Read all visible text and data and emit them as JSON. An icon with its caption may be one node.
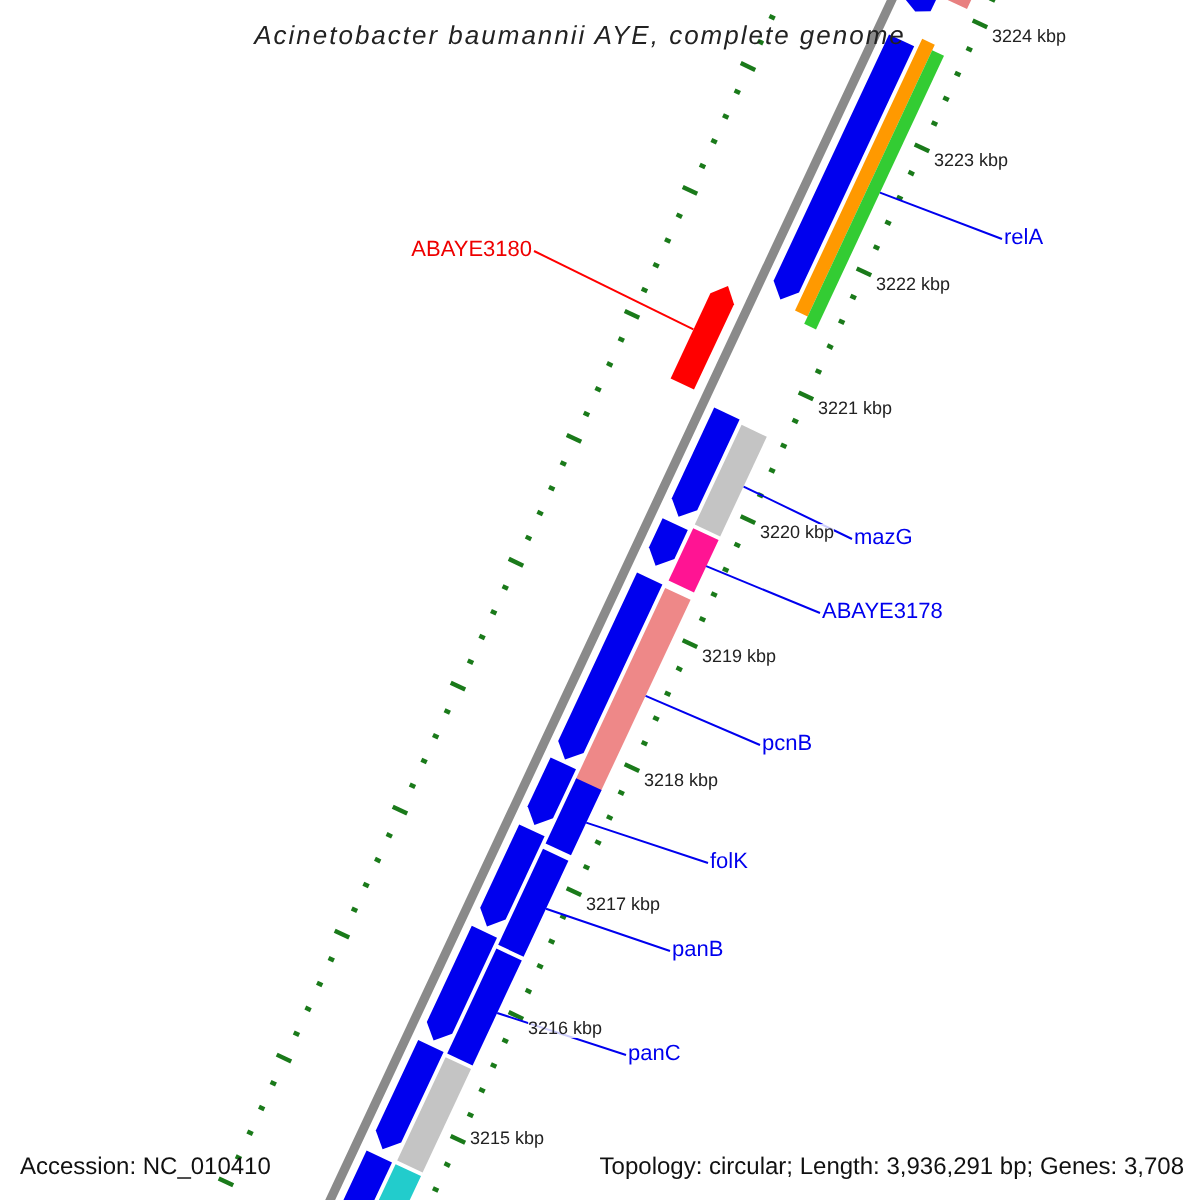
{
  "diagram": {
    "title": "Acinetobacter baumannii AYE, complete genome",
    "nodes": [
      {
        "text": [
          "relA"
        ]
      },
      {
        "text": [
          "ABAYE3180"
        ]
      },
      {
        "text": [
          "mazG"
        ]
      },
      {
        "text": [
          "ABAYE3178"
        ]
      },
      {
        "text": [
          "pcnB"
        ]
      },
      {
        "text": [
          "folK"
        ]
      },
      {
        "text": [
          "panB"
        ]
      },
      {
        "text": [
          "panC"
        ]
      },
      {
        "text": [],
        "shape": "arrow"
      },
      {
        "text": [],
        "shape": "bar"
      },
      {
        "text": [],
        "shape": "bar"
      },
      {
        "text": [],
        "shape": "bar"
      },
      {
        "text": [],
        "shape": "arrow"
      },
      {
        "text": [],
        "shape": "arrow"
      },
      {
        "text": [],
        "shape": "arrow"
      },
      {
        "text": [],
        "shape": "bar"
      },
      {
        "text": [],
        "shape": "bar"
      },
      {
        "text": [],
        "shape": "arrow"
      },
      {
        "text": [],
        "shape": "arrow"
      },
      {
        "text": [],
        "shape": "bar"
      },
      {
        "text": [],
        "shape": "arrow"
      },
      {
        "text": [],
        "shape": "bar"
      },
      {
        "text": [],
        "shape": "arrow"
      },
      {
        "text": [],
        "shape": "bar"
      },
      {
        "text": [],
        "shape": "arrow"
      },
      {
        "text": [],
        "shape": "bar"
      },
      {
        "text": [],
        "shape": "arrow"
      },
      {
        "text": [],
        "shape": "bar"
      },
      {
        "text": [],
        "shape": "arrow"
      },
      {
        "text": [],
        "shape": "bar"
      }
    ],
    "edges": [
      {
        "from": 0,
        "to": 11,
        "arrow": "none"
      },
      {
        "from": 1,
        "to": 13,
        "arrow": "none",
        "color": "#ff0000"
      },
      {
        "from": 2,
        "to": 15,
        "arrow": "none"
      },
      {
        "from": 3,
        "to": 16,
        "arrow": "none"
      },
      {
        "from": 4,
        "to": 19,
        "arrow": "none"
      },
      {
        "from": 5,
        "to": 21,
        "arrow": "none"
      },
      {
        "from": 6,
        "to": 23,
        "arrow": "none"
      },
      {
        "from": 7,
        "to": 25,
        "arrow": "none"
      }
    ],
    "labels": [
      "3224 kbp",
      "3223 kbp",
      "3222 kbp",
      "3221 kbp",
      "3220 kbp",
      "3219 kbp",
      "3218 kbp",
      "3217 kbp",
      "3216 kbp",
      "3215 kbp",
      "Accession: NC_010410",
      "Topology: circular; Length: 3,936,291 bp; Genes: 3,708"
    ]
  }
}
